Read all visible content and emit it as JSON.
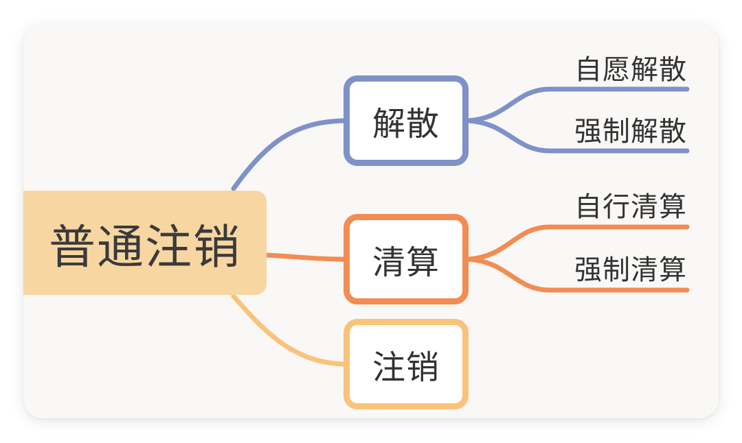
{
  "root": {
    "label": "普通注销"
  },
  "branches": [
    {
      "label": "解散",
      "color": "#7e92c9",
      "children": [
        {
          "label": "自愿解散"
        },
        {
          "label": "强制解散"
        }
      ]
    },
    {
      "label": "清算",
      "color": "#f38c52",
      "children": [
        {
          "label": "自行清算"
        },
        {
          "label": "强制清算"
        }
      ]
    },
    {
      "label": "注销",
      "color": "#fbc27a",
      "children": []
    }
  ],
  "colors": {
    "root_fill": "#f7d6a2",
    "card_background": "#faf8f6"
  }
}
